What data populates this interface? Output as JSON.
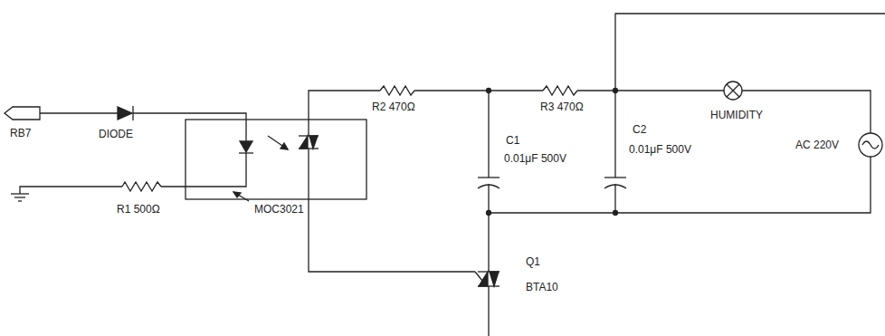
{
  "diagram": {
    "labels": [
      "RB7",
      "DIODE",
      "R1 500Ω",
      "MOC3021",
      "R2 470Ω",
      "C1",
      "0.01μF 500V",
      "R3 470Ω",
      "C2",
      "0.01μF 500V",
      "HUMIDITY",
      "AC 220V",
      "Q1",
      "BTA10"
    ]
  }
}
